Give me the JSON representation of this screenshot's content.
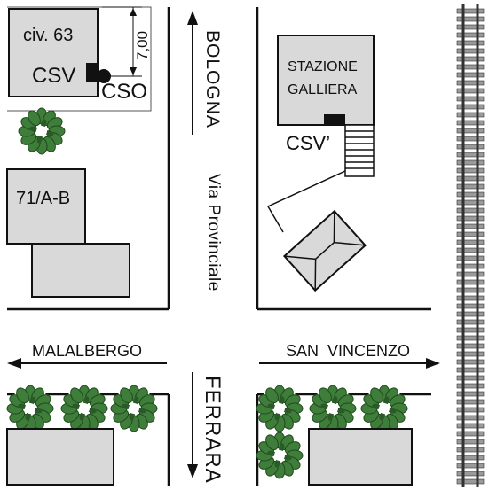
{
  "labels": {
    "civ_number": "civ. 63",
    "csv": "CSV",
    "cso": "CSO",
    "dimension": "7,00",
    "bologna": "BOLOGNA",
    "stazione_line1": "STAZIONE",
    "stazione_line2": "GALLIERA",
    "csv_prime": "CSV’",
    "building_71": "71/A-B",
    "via_provinciale": "Via Provinciale",
    "malalbergo": "MALALBERGO",
    "san_vincenzo": "SAN  VINCENZO",
    "ferrara": "FERRARA"
  },
  "colors": {
    "building_fill": "#d9d9d9",
    "outline": "#111111",
    "tree_leaf": "#3f7d3a",
    "tree_leaf_dark": "#2a5a27",
    "rail_tie": "#9a9a9a"
  },
  "icons": {
    "tree": "tree-icon",
    "arrow": "arrow-icon",
    "railway": "railway-track"
  }
}
